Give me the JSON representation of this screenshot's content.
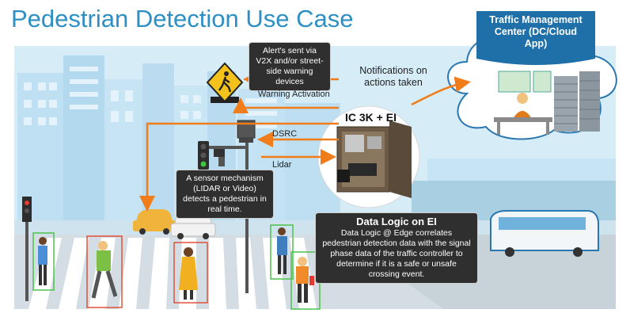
{
  "title": "Pedestrian Detection Use Case",
  "callouts": {
    "alert": "Alert's sent via V2X and/or street-side warning devices",
    "sensor": "A sensor mechanism (LIDAR or Video) detects a pedestrian in real time.",
    "logic_title": "Data Logic on EI",
    "logic_body": "Data Logic @ Edge correlates pedestrian detection data with the signal phase data of the traffic controller to determine if it is a safe or unsafe crossing event."
  },
  "labels": {
    "warning": "Warning Activation",
    "dsrc": "DSRC",
    "lidar": "Lidar",
    "notifications": "Notifications on actions taken",
    "ic": "IC 3K + EI",
    "tmc": "Traffic Management Center (DC/Cloud App)"
  },
  "colors": {
    "title": "#2d8fc4",
    "arrow": "#f07d1a",
    "callout_bg": "#2f2f2f",
    "sky": "#d6edf8",
    "building": "#bfe0f2",
    "detect_green": "#4cc24c",
    "detect_red": "#e0523b",
    "cloud_stroke": "#2a77b0"
  },
  "icons": [
    "pedestrian-warning-sign-icon",
    "traffic-light-icon",
    "sensor-camera-icon",
    "cabinet-icon",
    "bus-icon",
    "car-icon",
    "server-rack-icon",
    "operator-icon",
    "cloud-icon"
  ]
}
